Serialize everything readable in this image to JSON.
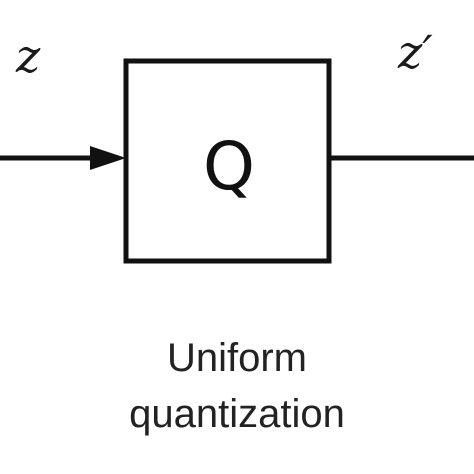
{
  "diagram": {
    "input_label": "z",
    "output_label": "z′",
    "block_label": "Q",
    "caption_line1": "Uniform",
    "caption_line2": "quantization"
  },
  "colors": {
    "stroke": "#111111",
    "background": "#ffffff"
  }
}
